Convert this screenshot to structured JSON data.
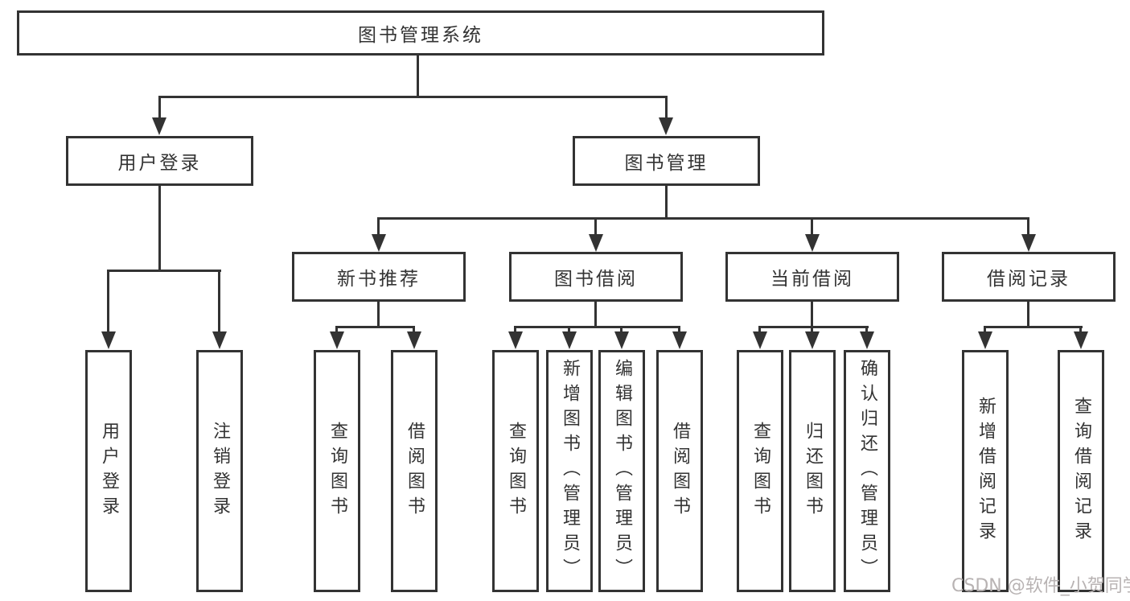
{
  "colors": {
    "line": "#333333",
    "text": "#333333",
    "watermark_text": "#b8b3b3",
    "background": "#ffffff"
  },
  "nodes": {
    "root": "图书管理系统",
    "branches": [
      {
        "label": "用户登录",
        "leaves": [
          "用户登录",
          "注销登录"
        ]
      },
      {
        "label": "图书管理",
        "groups": [
          {
            "label": "新书推荐",
            "leaves": [
              "查询图书",
              "借阅图书"
            ]
          },
          {
            "label": "图书借阅",
            "leaves": [
              "查询图书",
              "新增图书（管理员）",
              "编辑图书（管理员）",
              "借阅图书"
            ]
          },
          {
            "label": "当前借阅",
            "leaves": [
              "查询图书",
              "归还图书",
              "确认归还（管理员）"
            ]
          },
          {
            "label": "借阅记录",
            "leaves": [
              "新增借阅记录",
              "查询借阅记录"
            ]
          }
        ]
      }
    ]
  },
  "watermark": {
    "text": "CSDN @软件_小贺同学"
  }
}
